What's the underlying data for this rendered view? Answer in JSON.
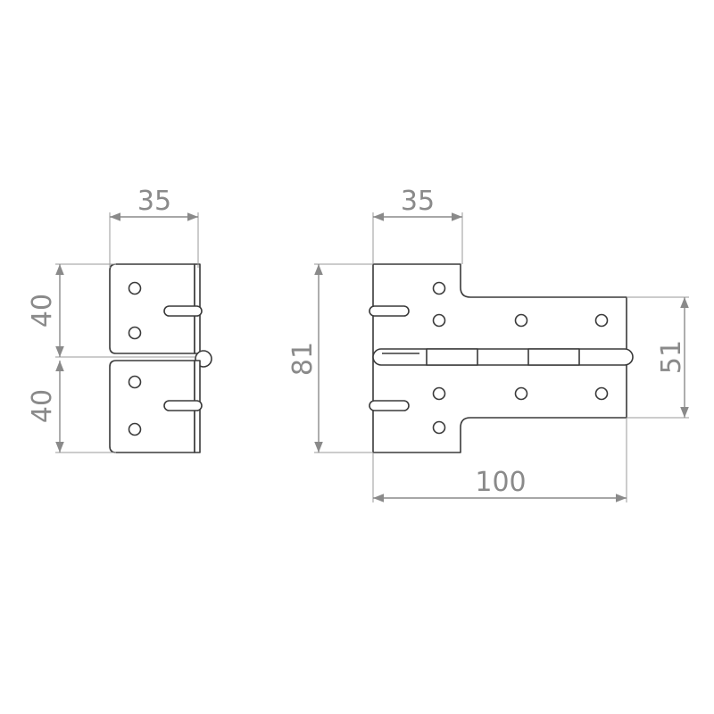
{
  "colors": {
    "outline": "#3a3a3a",
    "dimension": "#8a8a8a",
    "background": "#ffffff"
  },
  "side_view": {
    "width_label": "35",
    "upper_leaf_height_label": "40",
    "lower_leaf_height_label": "40"
  },
  "front_view": {
    "top_width_label": "35",
    "overall_height_label": "81",
    "strap_height_label": "51",
    "overall_length_label": "100"
  }
}
